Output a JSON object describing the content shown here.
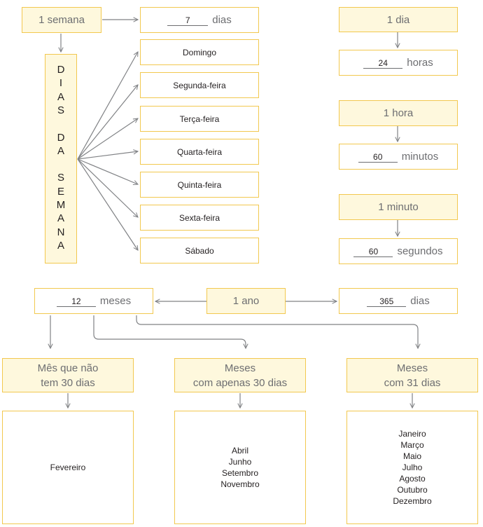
{
  "week": {
    "label": "1 semana",
    "answer": "7",
    "unit": "dias"
  },
  "days_title_letters": [
    "D",
    "I",
    "A",
    "S",
    "",
    "D",
    "A",
    "",
    "S",
    "E",
    "M",
    "A",
    "N",
    "A"
  ],
  "days": [
    "Domingo",
    "Segunda-feira",
    "Terça-feira",
    "Quarta-feira",
    "Quinta-feira",
    "Sexta-feira",
    "Sábado"
  ],
  "day": {
    "label": "1 dia",
    "answer": "24",
    "unit": "horas"
  },
  "hour": {
    "label": "1 hora",
    "answer": "60",
    "unit": "minutos"
  },
  "minute": {
    "label": "1 minuto",
    "answer": "60",
    "unit": "segundos"
  },
  "year": {
    "label": "1 ano",
    "months_answer": "12",
    "months_unit": "meses",
    "days_answer": "365",
    "days_unit": "dias"
  },
  "groups": {
    "not30": {
      "title_line1": "Mês que não",
      "title_line2": "tem 30 dias",
      "months": [
        "Fevereiro"
      ]
    },
    "only30": {
      "title_line1": "Meses",
      "title_line2": "com apenas 30 dias",
      "months": [
        "Abril",
        "Junho",
        "Setembro",
        "Novembro"
      ]
    },
    "m31": {
      "title_line1": "Meses",
      "title_line2": "com 31 dias",
      "months": [
        "Janeiro",
        "Março",
        "Maio",
        "Julho",
        "Agosto",
        "Outubro",
        "Dezembro"
      ]
    }
  }
}
